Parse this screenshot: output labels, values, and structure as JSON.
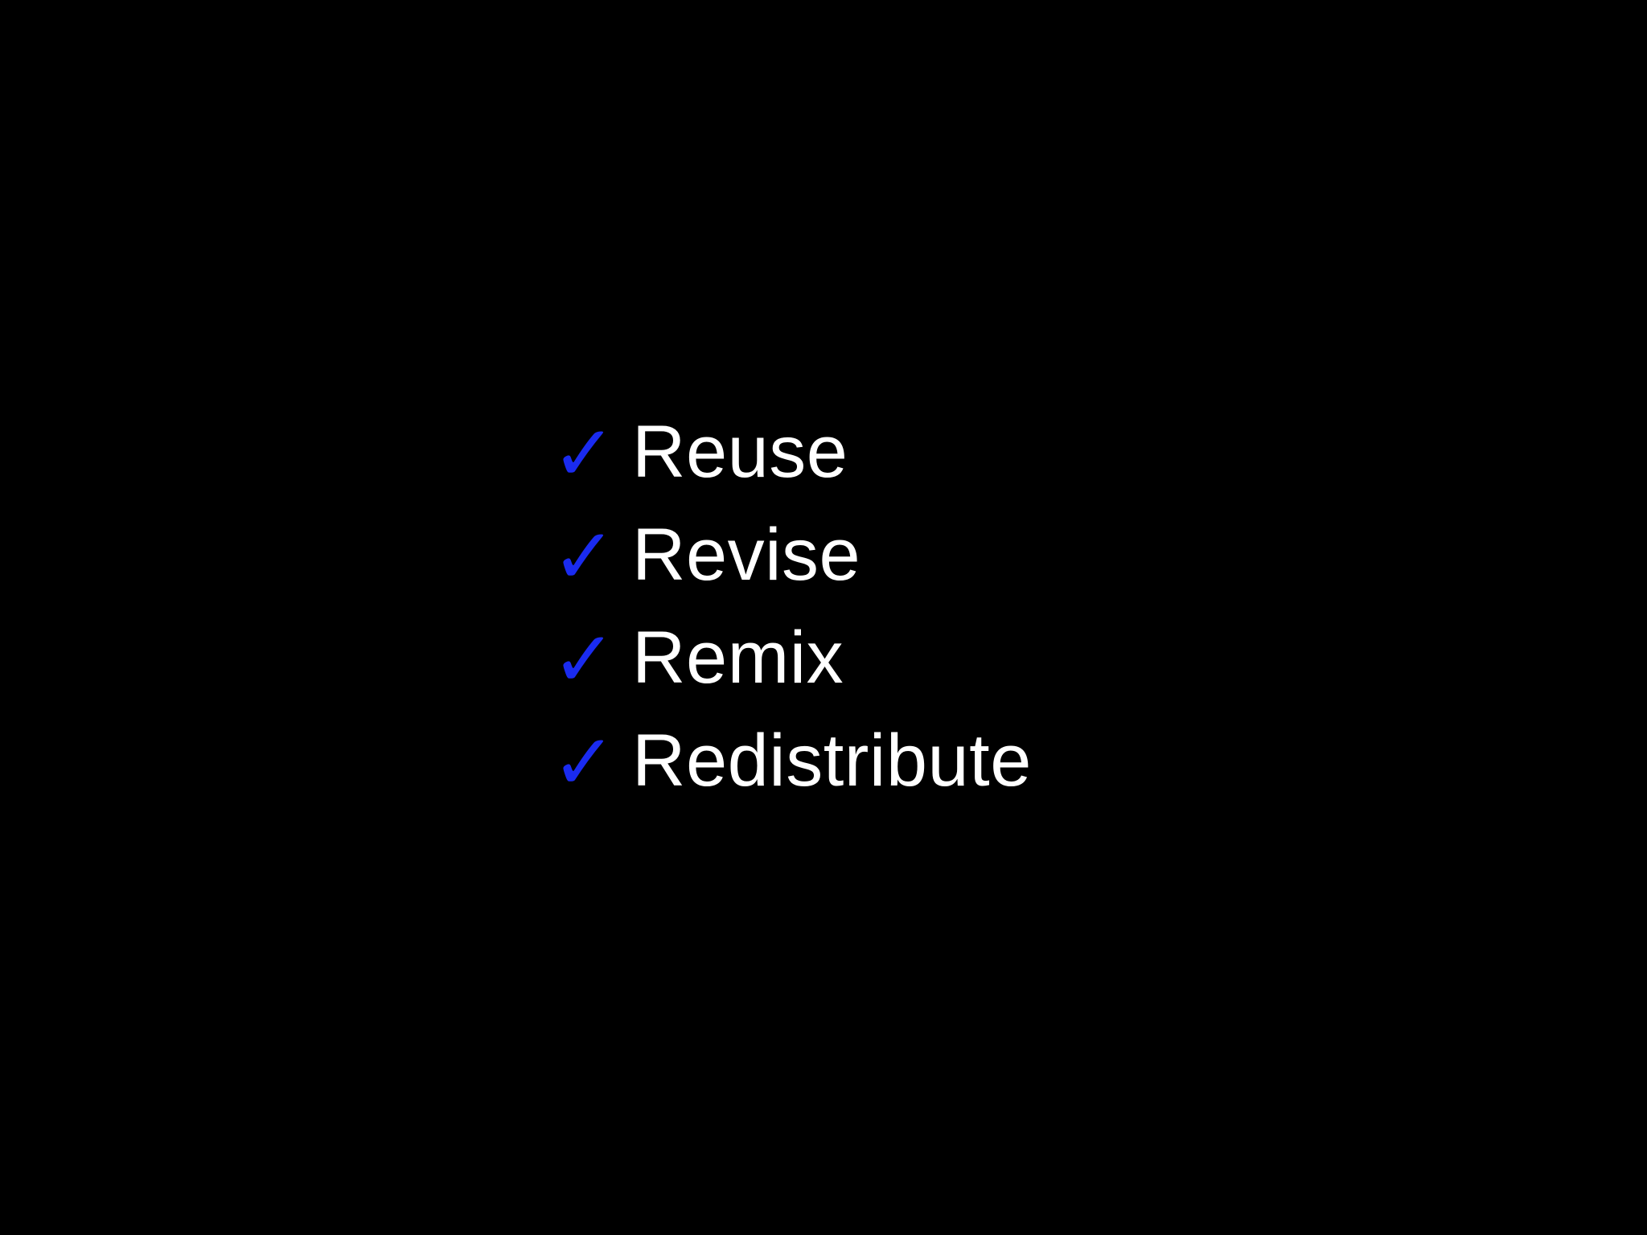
{
  "slide": {
    "background_color": "#000000",
    "text_color": "#ffffff",
    "accent_color": "#1a2bf0",
    "checkmark_glyph": "✓"
  },
  "checklist": {
    "items": [
      {
        "mark": "✓",
        "label": "Reuse",
        "icon": "check-icon"
      },
      {
        "mark": "✓",
        "label": "Revise",
        "icon": "check-icon"
      },
      {
        "mark": "✓",
        "label": "Remix",
        "icon": "check-icon"
      },
      {
        "mark": "✓",
        "label": "Redistribute",
        "icon": "check-icon"
      }
    ]
  }
}
